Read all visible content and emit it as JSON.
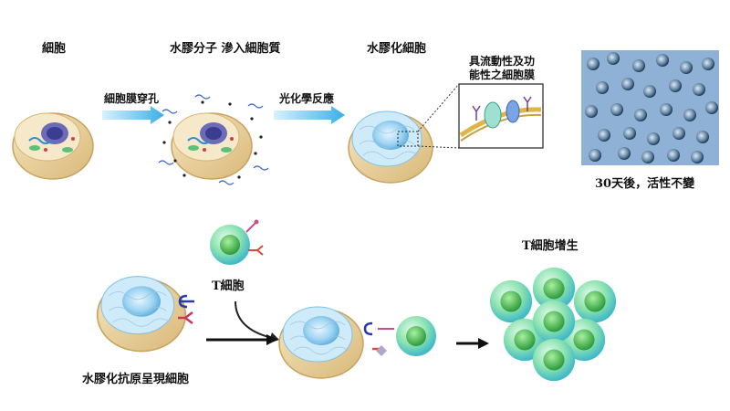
{
  "labels": {
    "cell": "細胞",
    "hydrogel_infusion": "水膠分子 滲入細胞質",
    "hydrogel_cell": "水膠化細胞",
    "membrane_perforation": "細胞膜穿孔",
    "photochemical_reaction": "光化學反應",
    "functional_membrane_line1": "具流動性及功",
    "functional_membrane_line2": "能性之細胞膜",
    "stability": "30天後，活性不變",
    "t_cell": "T細胞",
    "apc": "水膠化抗原呈現細胞",
    "t_cell_proliferation": "T細胞增生"
  },
  "colors": {
    "cytoplasm": "#f0dcae",
    "membrane": "#d9b97a",
    "nucleus": "#9bd0ee",
    "t_cell_outer": "#6fd89a",
    "t_cell_inner": "#2fa85a",
    "arrow_blue": "#5cc2f0",
    "micrograph_bg": "#8fb1d6"
  }
}
